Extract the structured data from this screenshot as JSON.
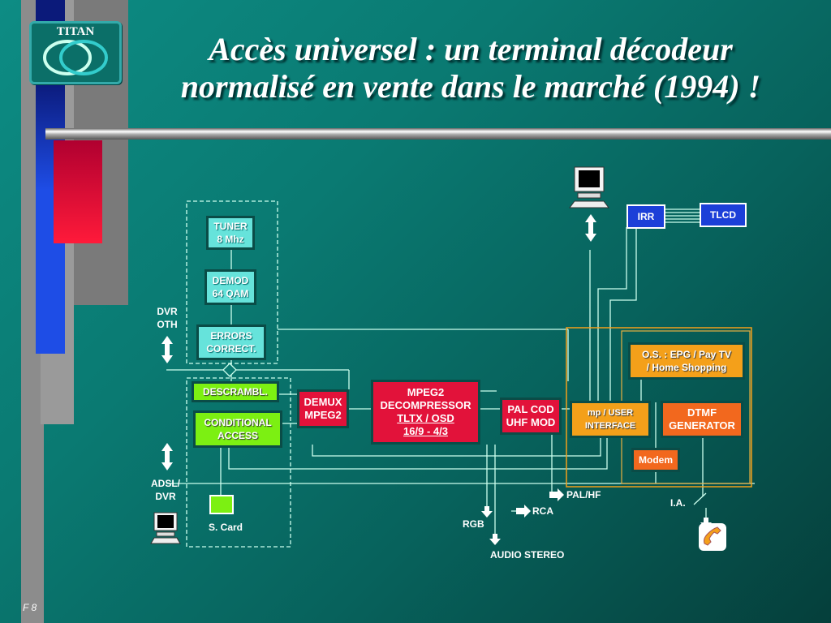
{
  "title_line1": "Accès universel : un terminal décodeur",
  "title_line2": "normalisé en vente dans le marché (1994) !",
  "logo_text": "TITAN",
  "page_number": "F 8",
  "blocks": {
    "tuner": [
      "TUNER",
      "8 Mhz"
    ],
    "demod": [
      "DEMOD",
      "64 QAM"
    ],
    "errors": [
      "ERRORS",
      "CORRECT."
    ],
    "descrambl": "DESCRAMBL.",
    "conditional": [
      "CONDITIONAL",
      "ACCESS"
    ],
    "demux": [
      "DEMUX",
      "MPEG2"
    ],
    "mpeg2": [
      "MPEG2",
      "DECOMPRESSOR",
      "TLTX / OSD",
      "16/9 - 4/3"
    ],
    "palcod": [
      "PAL COD",
      "UHF MOD"
    ],
    "os": [
      "O.S. : EPG / Pay TV",
      "/ Home Shopping"
    ],
    "mp": [
      "mp / USER",
      "INTERFACE"
    ],
    "dtmf": [
      "DTMF",
      "GENERATOR"
    ],
    "modem": "Modem",
    "irr": "IRR",
    "tlcd": "TLCD"
  },
  "labels": {
    "dvr_oth": [
      "DVR",
      "OTH"
    ],
    "adsl_dvr": [
      "ADSL/",
      "DVR"
    ],
    "scard": "S. Card",
    "palhf": "PAL/HF",
    "rca": "RCA",
    "rgb": "RGB",
    "audio": "AUDIO STEREO",
    "ia": "I.A."
  },
  "colors": {
    "background": "#0a7a72",
    "cyan_block": "#66e3db",
    "green_block": "#7cf012",
    "red_block": "#e2123a",
    "orange_block": "#f4a01a",
    "dtmf_block": "#f2681e",
    "irr_block": "#1c3fd8"
  }
}
